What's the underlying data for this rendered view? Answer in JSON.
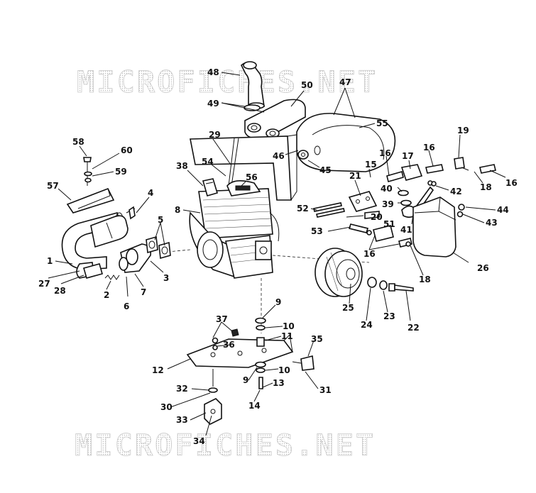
{
  "watermark": {
    "text": "MICROFICHES.NET"
  },
  "callouts": {
    "n1": "1",
    "n2": "2",
    "n3": "3",
    "n4": "4",
    "n5": "5",
    "n6": "6",
    "n7": "7",
    "n8": "8",
    "n9a": "9",
    "n9b": "9",
    "n10a": "10",
    "n10b": "10",
    "n11": "11",
    "n12": "12",
    "n13": "13",
    "n14": "14",
    "n15": "15",
    "n16a": "16",
    "n16b": "16",
    "n16c": "16",
    "n16d": "16",
    "n17": "17",
    "n18a": "18",
    "n18b": "18",
    "n19": "19",
    "n20": "20",
    "n21": "21",
    "n22": "22",
    "n23": "23",
    "n24": "24",
    "n25": "25",
    "n26": "26",
    "n27": "27",
    "n28": "28",
    "n29": "29",
    "n30": "30",
    "n31": "31",
    "n32": "32",
    "n33": "33",
    "n34": "34",
    "n35": "35",
    "n36": "36",
    "n37": "37",
    "n38": "38",
    "n39": "39",
    "n40": "40",
    "n41": "41",
    "n42": "42",
    "n43": "43",
    "n44": "44",
    "n45": "45",
    "n46": "46",
    "n47": "47",
    "n48": "48",
    "n49": "49",
    "n50": "50",
    "n51": "51",
    "n52": "52",
    "n53": "53",
    "n54": "54",
    "n55": "55",
    "n56": "56",
    "n57": "57",
    "n58": "58",
    "n59": "59",
    "n60": "60"
  }
}
